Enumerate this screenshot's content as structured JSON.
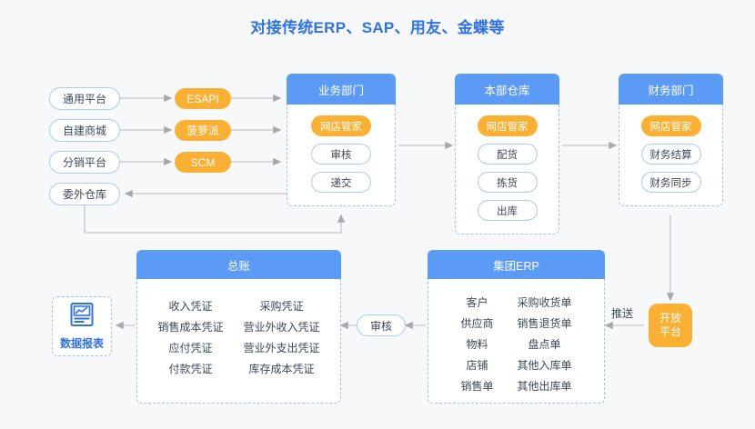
{
  "title": "对接传统ERP、SAP、用友、金蝶等",
  "colors": {
    "brand_blue": "#2f72e8",
    "panel_header_blue": "#5c9bf5",
    "accent_orange": "#fbb034",
    "border_blue": "#9dc4f0",
    "background": "#f7f8fa"
  },
  "sources": [
    {
      "label": "通用平台"
    },
    {
      "label": "自建商城"
    },
    {
      "label": "分销平台"
    },
    {
      "label": "委外仓库"
    }
  ],
  "middleware": [
    {
      "label": "ESAPI"
    },
    {
      "label": "菠萝派"
    },
    {
      "label": "SCM"
    }
  ],
  "departments": [
    {
      "title": "业务部门",
      "chips": [
        {
          "label": "网店管家",
          "style": "orange"
        },
        {
          "label": "审核",
          "style": "outline"
        },
        {
          "label": "递交",
          "style": "outline"
        }
      ]
    },
    {
      "title": "本部仓库",
      "chips": [
        {
          "label": "网店管家",
          "style": "orange"
        },
        {
          "label": "配货",
          "style": "outline"
        },
        {
          "label": "拣货",
          "style": "outline"
        },
        {
          "label": "出库",
          "style": "outline"
        }
      ]
    },
    {
      "title": "财务部门",
      "chips": [
        {
          "label": "网店管家",
          "style": "orange"
        },
        {
          "label": "财务结算",
          "style": "outline"
        },
        {
          "label": "财务同步",
          "style": "outline"
        }
      ]
    }
  ],
  "ledger": {
    "title": "总账",
    "column_left": [
      "收入凭证",
      "销售成本凭证",
      "应付凭证",
      "付款凭证"
    ],
    "column_right": [
      "采购凭证",
      "营业外收入凭证",
      "营业外支出凭证",
      "库存成本凭证"
    ]
  },
  "group_erp": {
    "title": "集团ERP",
    "column_left": [
      "客户",
      "供应商",
      "物料",
      "店铺",
      "销售单"
    ],
    "column_right": [
      "采购收货单",
      "销售退货单",
      "盘点单",
      "其他入库单",
      "其他出库单"
    ]
  },
  "audit_pill": {
    "label": "审核"
  },
  "open_platform": {
    "line1": "开放",
    "line2": "平台",
    "push_label": "推送"
  },
  "report": {
    "label": "数据报表",
    "icon": "chart-report-icon"
  }
}
